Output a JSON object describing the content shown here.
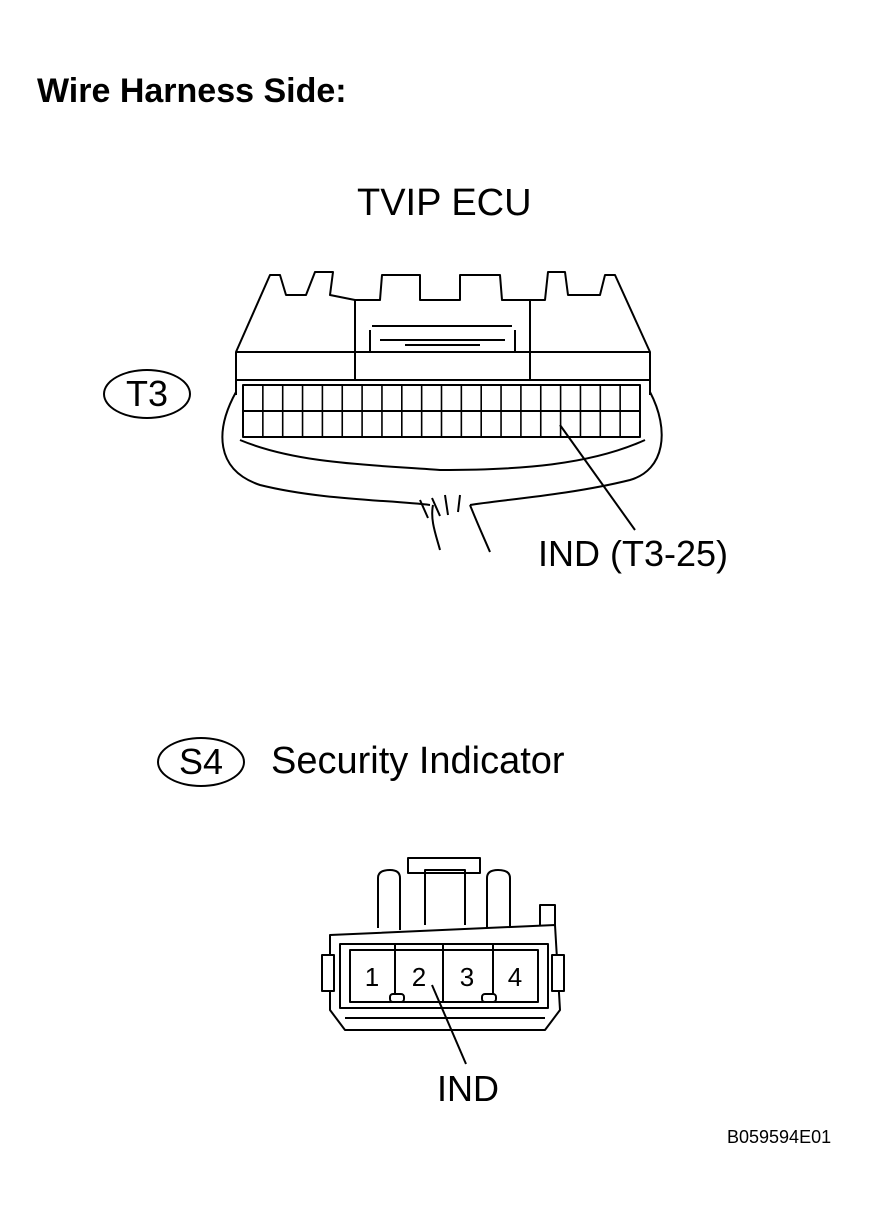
{
  "heading": "Wire Harness Side:",
  "ecu_connector": {
    "title": "TVIP ECU",
    "code": "T3",
    "callout": "IND (T3-25)"
  },
  "indicator_connector": {
    "code": "S4",
    "title": "Security Indicator",
    "pins": [
      "1",
      "2",
      "3",
      "4"
    ],
    "callout": "IND"
  },
  "reference_code": "B059594E01"
}
